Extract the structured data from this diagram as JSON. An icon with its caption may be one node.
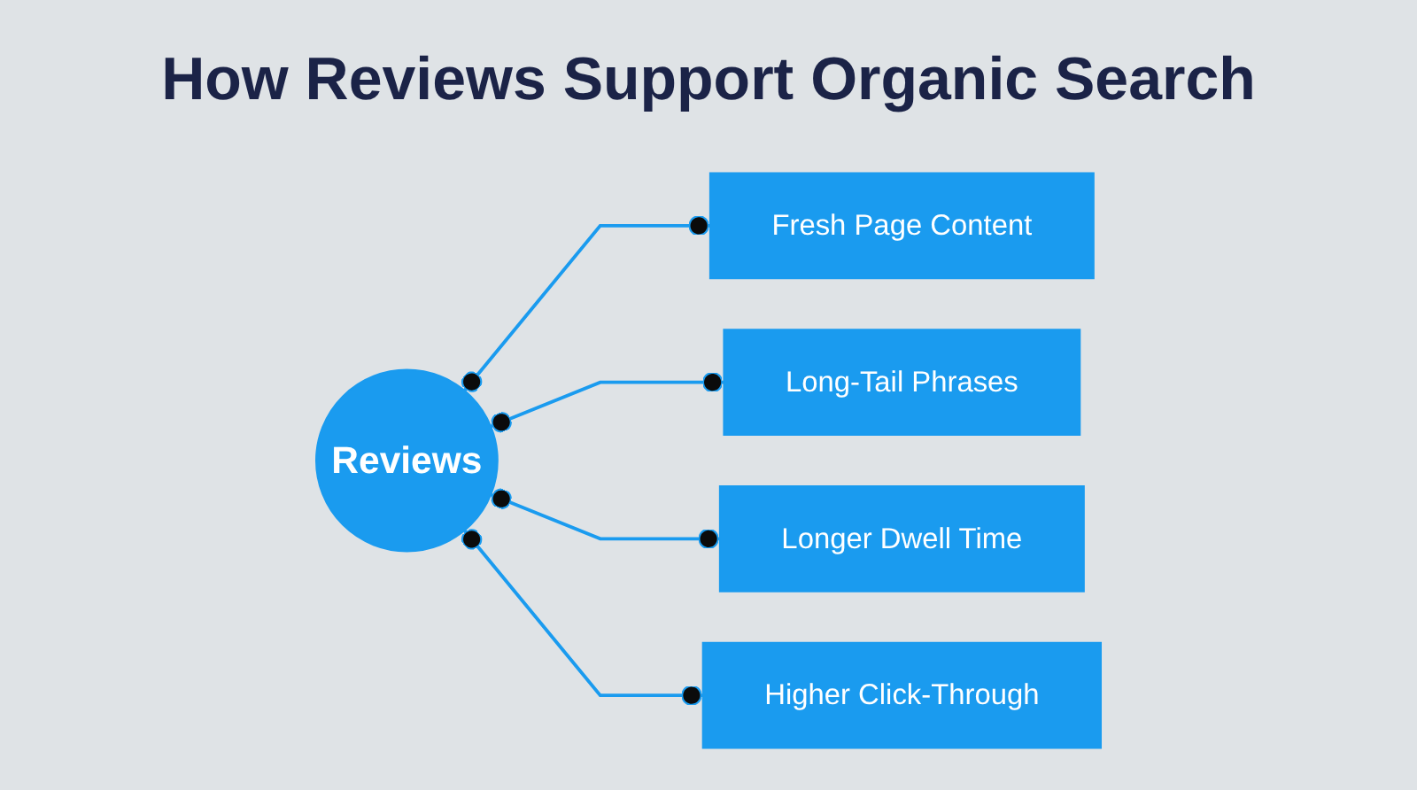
{
  "diagram": {
    "title": "How Reviews Support Organic Search",
    "nodes": [
      {
        "text": [
          "Reviews"
        ]
      },
      {
        "text": [
          "Fresh Page Content"
        ]
      },
      {
        "text": [
          "Long-Tail Phrases"
        ]
      },
      {
        "text": [
          "Longer Dwell Time"
        ]
      },
      {
        "text": [
          "Higher Click-Through"
        ]
      }
    ],
    "edges": [
      {
        "from": 0,
        "to": 1,
        "arrow": "other"
      },
      {
        "from": 0,
        "to": 2,
        "arrow": "other"
      },
      {
        "from": 0,
        "to": 3,
        "arrow": "other"
      },
      {
        "from": 0,
        "to": 4,
        "arrow": "other"
      }
    ]
  }
}
